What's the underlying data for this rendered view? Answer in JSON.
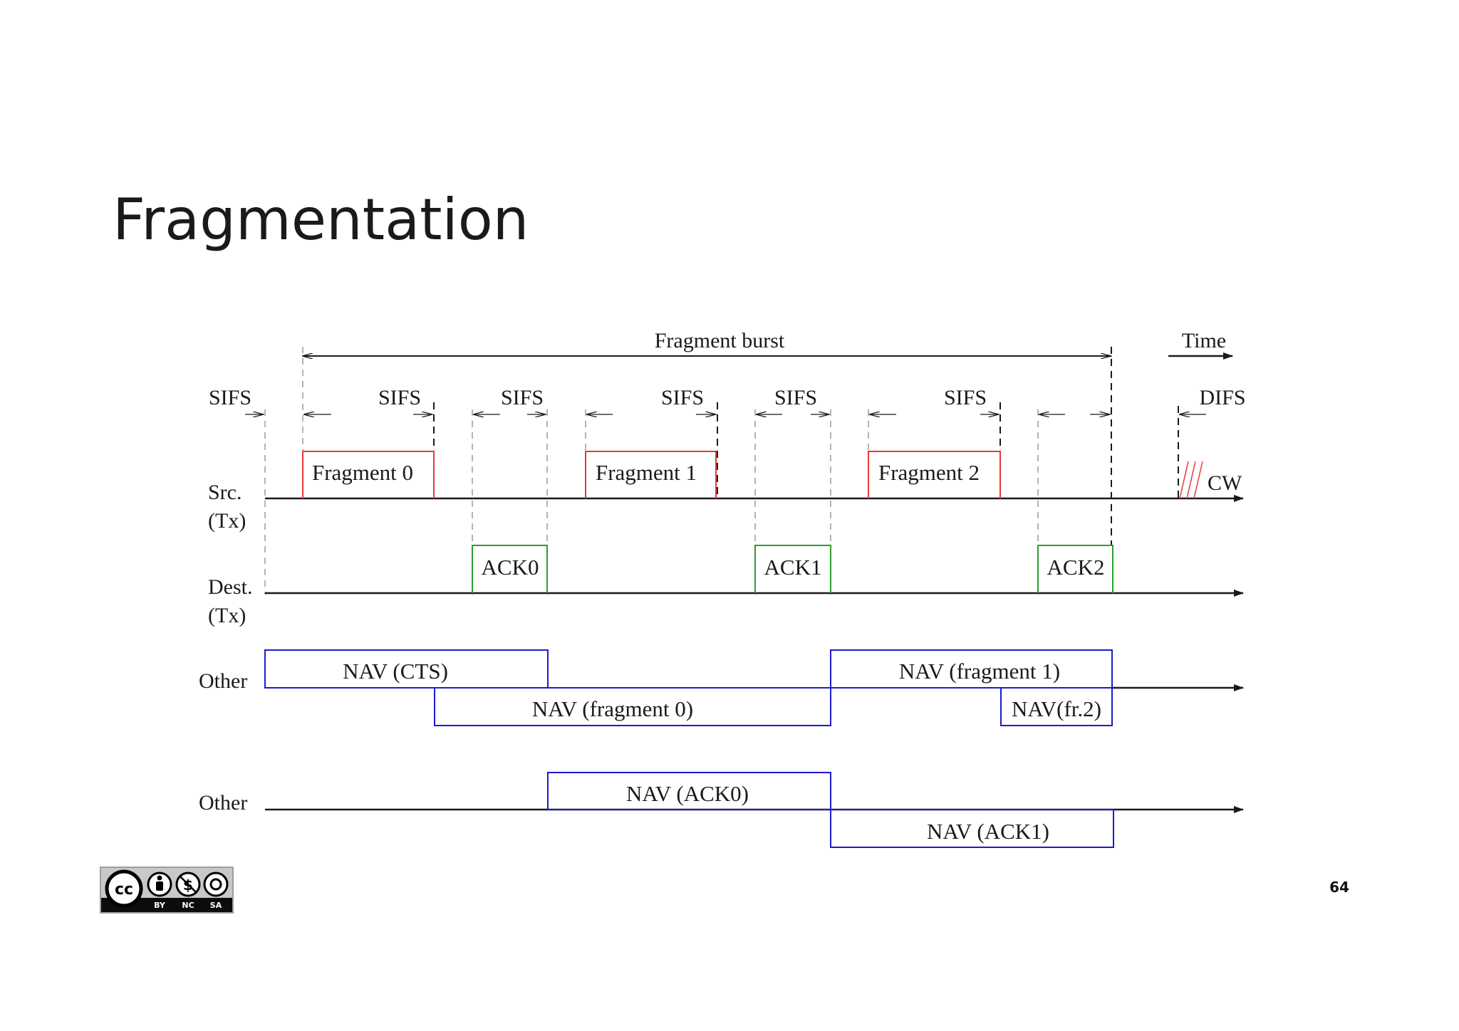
{
  "slide": {
    "title": "Fragmentation",
    "page_number": "64"
  },
  "diagram": {
    "fragment_burst": "Fragment burst",
    "time": "Time",
    "sifs": "SIFS",
    "difs": "DIFS",
    "cw": "CW",
    "src_label_1": "Src.",
    "src_label_2": "(Tx)",
    "dest_label_1": "Dest.",
    "dest_label_2": "(Tx)",
    "other_label": "Other",
    "fragments": [
      "Fragment 0",
      "Fragment 1",
      "Fragment 2"
    ],
    "acks": [
      "ACK0",
      "ACK1",
      "ACK2"
    ],
    "nav_cts": "NAV (CTS)",
    "nav_fragment_0": "NAV (fragment 0)",
    "nav_fragment_1": "NAV (fragment 1)",
    "nav_fr2": "NAV(fr.2)",
    "nav_ack0": "NAV (ACK0)",
    "nav_ack1": "NAV (ACK1)",
    "colors": {
      "fragment": "#e53935",
      "ack": "#2e9e2e",
      "nav": "#1c1ccc",
      "line": "#1a1a1a",
      "dashed": "#9a9a9a"
    }
  },
  "license": {
    "badges": [
      "BY",
      "NC",
      "SA"
    ]
  }
}
